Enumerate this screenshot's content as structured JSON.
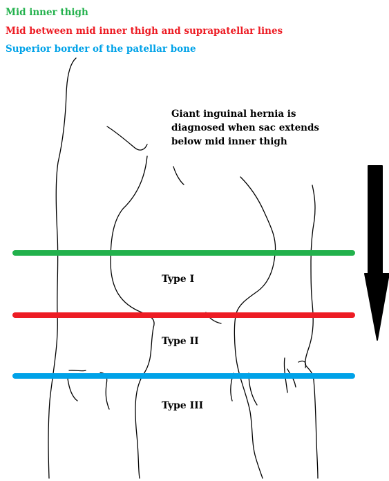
{
  "legend": [
    {
      "text": "Mid inner thigh",
      "color": "#22b14c"
    },
    {
      "text": "Mid between mid inner thigh and suprapatellar lines",
      "color": "#ed1c24"
    },
    {
      "text": "Superior border of the patellar bone",
      "color": "#00a2e8"
    }
  ],
  "note": {
    "line1": "Giant inguinal hernia is",
    "line2": "diagnosed when sac extends",
    "line3": "below mid inner thigh"
  },
  "types": [
    "Type I",
    "Type II",
    "Type III"
  ],
  "arrow": {
    "direction": "down",
    "color": "#000000"
  }
}
